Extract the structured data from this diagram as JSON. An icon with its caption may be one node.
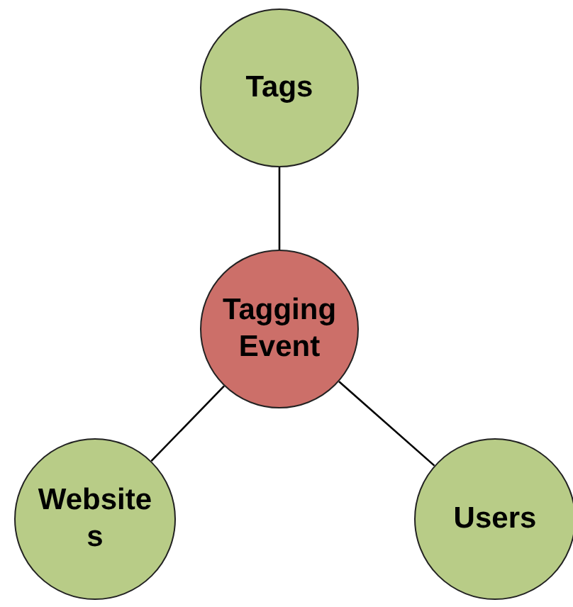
{
  "diagram": {
    "nodes": [
      {
        "text": [
          "Tags"
        ]
      },
      {
        "text": [
          "Tagging Event"
        ]
      },
      {
        "text": [
          "Websites"
        ]
      },
      {
        "text": [
          "Users"
        ]
      }
    ],
    "edges": [
      {
        "from": 0,
        "to": 1,
        "arrow": "none"
      },
      {
        "from": 1,
        "to": 2,
        "arrow": "none"
      },
      {
        "from": 1,
        "to": 3,
        "arrow": "none"
      }
    ]
  }
}
